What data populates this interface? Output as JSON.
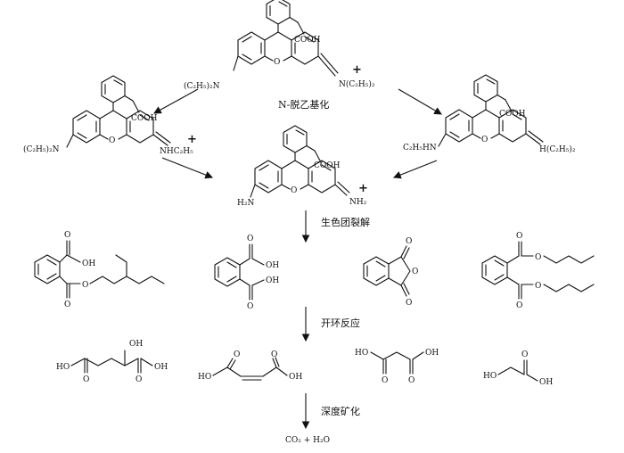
{
  "labels": {
    "deethylation": "N-脱乙基化",
    "chromophore_cleavage": "生色团裂解",
    "ring_opening": "开环反应",
    "deep_mineralization": "深度矿化",
    "final_products": "CO₂ + H₂O"
  },
  "groups": {
    "cooh": "COOH",
    "cooh_short": "COOH",
    "oh": "OH",
    "ho": "HO",
    "o": "O",
    "plus": "+",
    "nEt2_left": "(C₂H₅)₂N",
    "nEt2_right": "N(C₂H₅)₂",
    "nhEt_right": "NHC₂H₅",
    "nhEt_left": "C₂H₅HN",
    "hEt2": "H(C₂H₅)₂",
    "h2n": "H₂N",
    "nh2": "NH₂"
  }
}
